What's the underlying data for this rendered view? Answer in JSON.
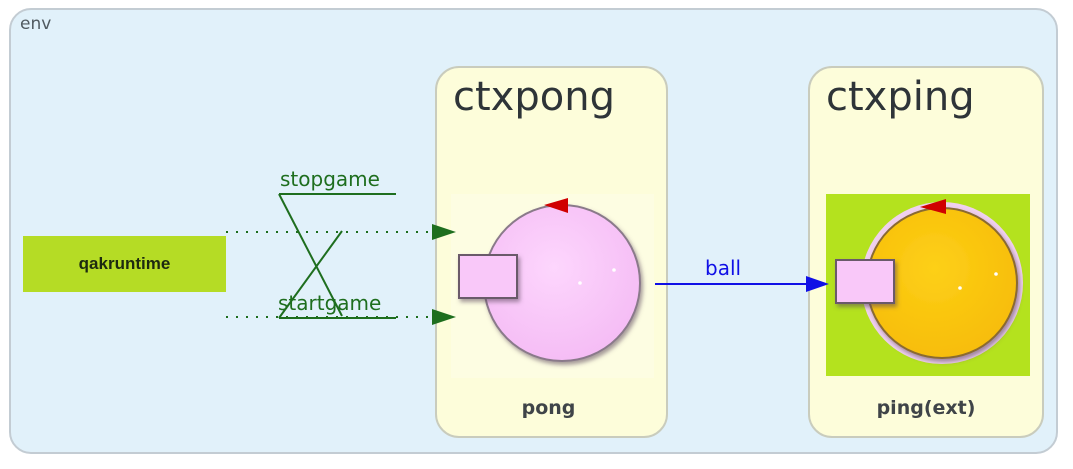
{
  "environment": {
    "label": "env"
  },
  "runtime": {
    "label": "qakruntime"
  },
  "contexts": [
    {
      "title": "ctxpong",
      "actor": "pong",
      "actor_color": "#fbc8fb"
    },
    {
      "title": "ctxping",
      "actor": "ping(ext)",
      "actor_color": "#fdc70e"
    }
  ],
  "messages": {
    "stopgame": "stopgame",
    "startgame": "startgame",
    "ball": "ball"
  },
  "colors": {
    "env_bg": "#e1f1fa",
    "context_bg": "#fdfdda",
    "runtime_bg": "#b5dc25",
    "event_arrow": "#1e6e1e",
    "dispatch_arrow": "#1010e6",
    "ping_backdrop": "#b4e21e"
  }
}
